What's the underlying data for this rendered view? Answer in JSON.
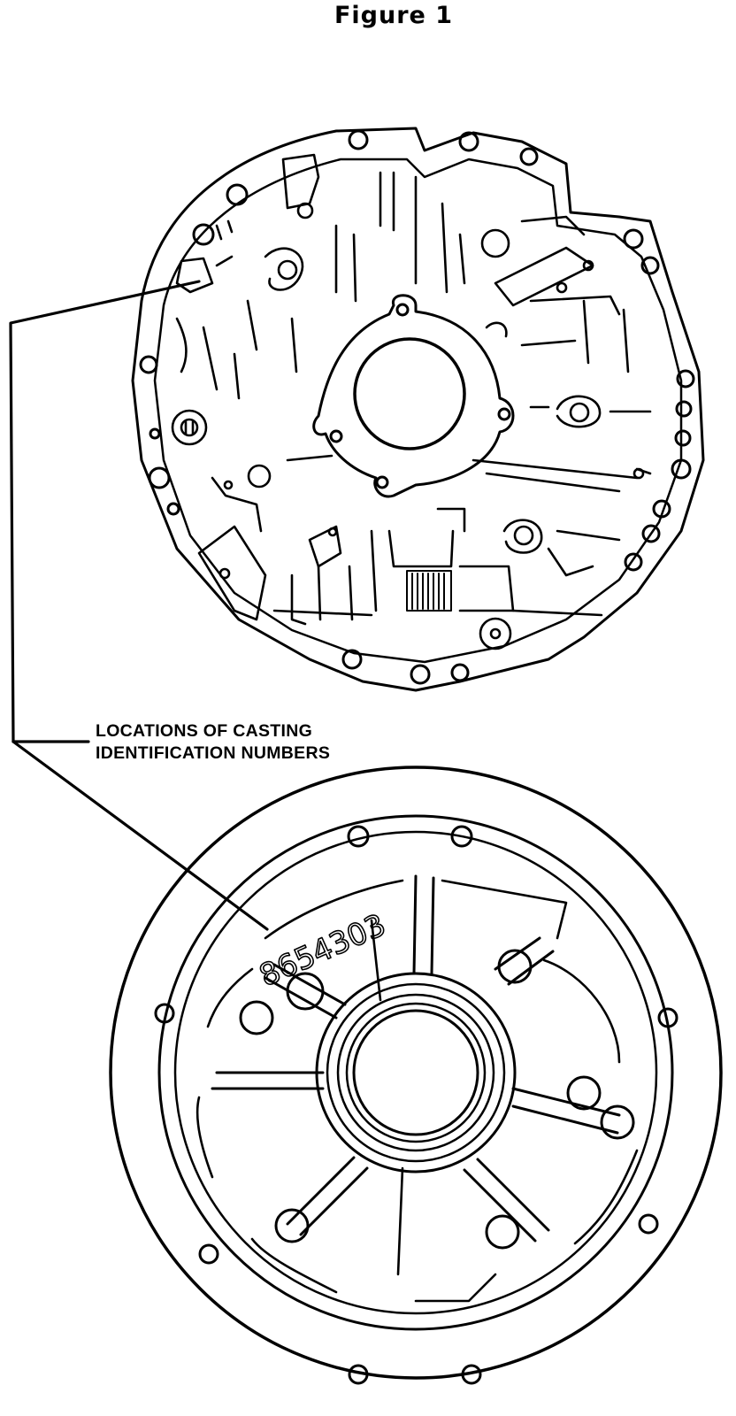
{
  "figure": {
    "title": "Figure 1"
  },
  "callout": {
    "line1": "LOCATIONS OF CASTING",
    "line2": "IDENTIFICATION NUMBERS"
  },
  "lower_part": {
    "casting_number": "8654303"
  },
  "colors": {
    "ink": "#000000",
    "paper": "#ffffff"
  }
}
